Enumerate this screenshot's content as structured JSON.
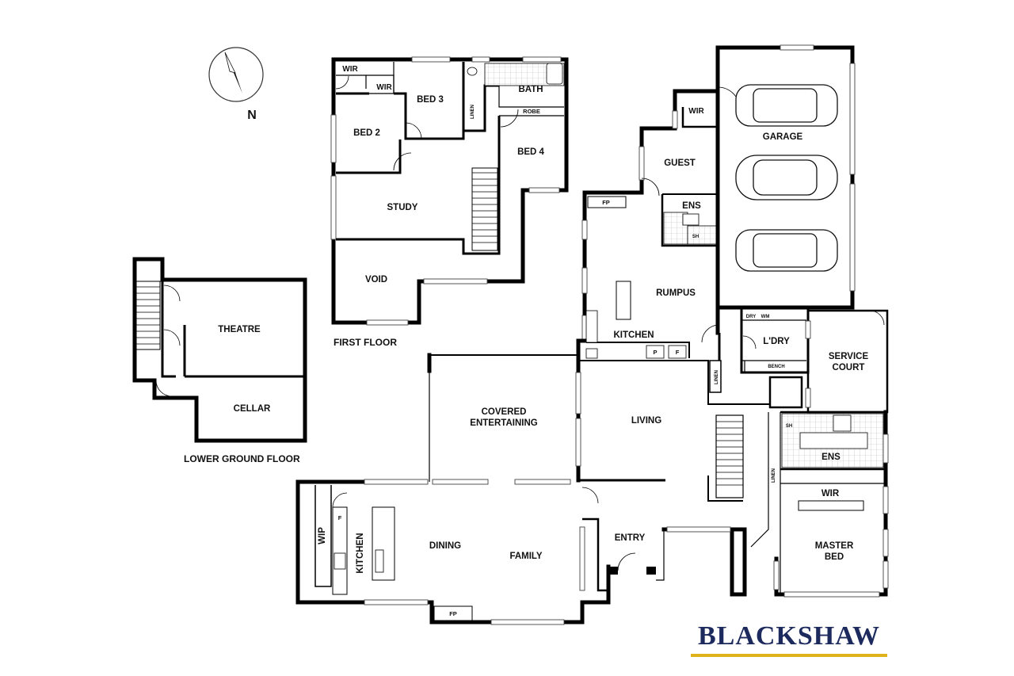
{
  "compass": {
    "label": "N"
  },
  "floors": {
    "first": "FIRST FLOOR",
    "lower_ground": "LOWER GROUND FLOOR"
  },
  "rooms": {
    "wir_a": "WIR",
    "wir_b": "WIR",
    "bed3": "BED 3",
    "bath": "BATH",
    "bed2": "BED 2",
    "linen_first": "LINEN",
    "robe": "ROBE",
    "bed4": "BED 4",
    "study": "STUDY",
    "void": "VOID",
    "theatre": "THEATRE",
    "cellar": "CELLAR",
    "wir_guest": "WIR",
    "guest": "GUEST",
    "ens_guest": "ENS",
    "garage": "GARAGE",
    "fp_rumpus": "FP",
    "rumpus": "RUMPUS",
    "kitchen_rumpus": "KITCHEN",
    "p": "P",
    "f": "F",
    "dry": "DRY",
    "wm": "WM",
    "ldry": "L'DRY",
    "bench": "BENCH",
    "service_court_1": "SERVICE",
    "service_court_2": "COURT",
    "linen_hall": "LINEN",
    "covered_1": "COVERED",
    "covered_2": "ENTERTAINING",
    "living": "LIVING",
    "ens_master": "ENS",
    "wir_master": "WIR",
    "linen_master": "LINEN",
    "master_1": "MASTER",
    "master_2": "BED",
    "entry": "ENTRY",
    "wip": "WIP",
    "f_kitchen": "F",
    "kitchen_main": "KITCHEN",
    "dining": "DINING",
    "family": "FAMILY",
    "fp_dining": "FP",
    "sh": "SH"
  },
  "brand": {
    "name": "BLACKSHAW",
    "accent": "#e0b21d",
    "color": "#1c2a5e"
  }
}
